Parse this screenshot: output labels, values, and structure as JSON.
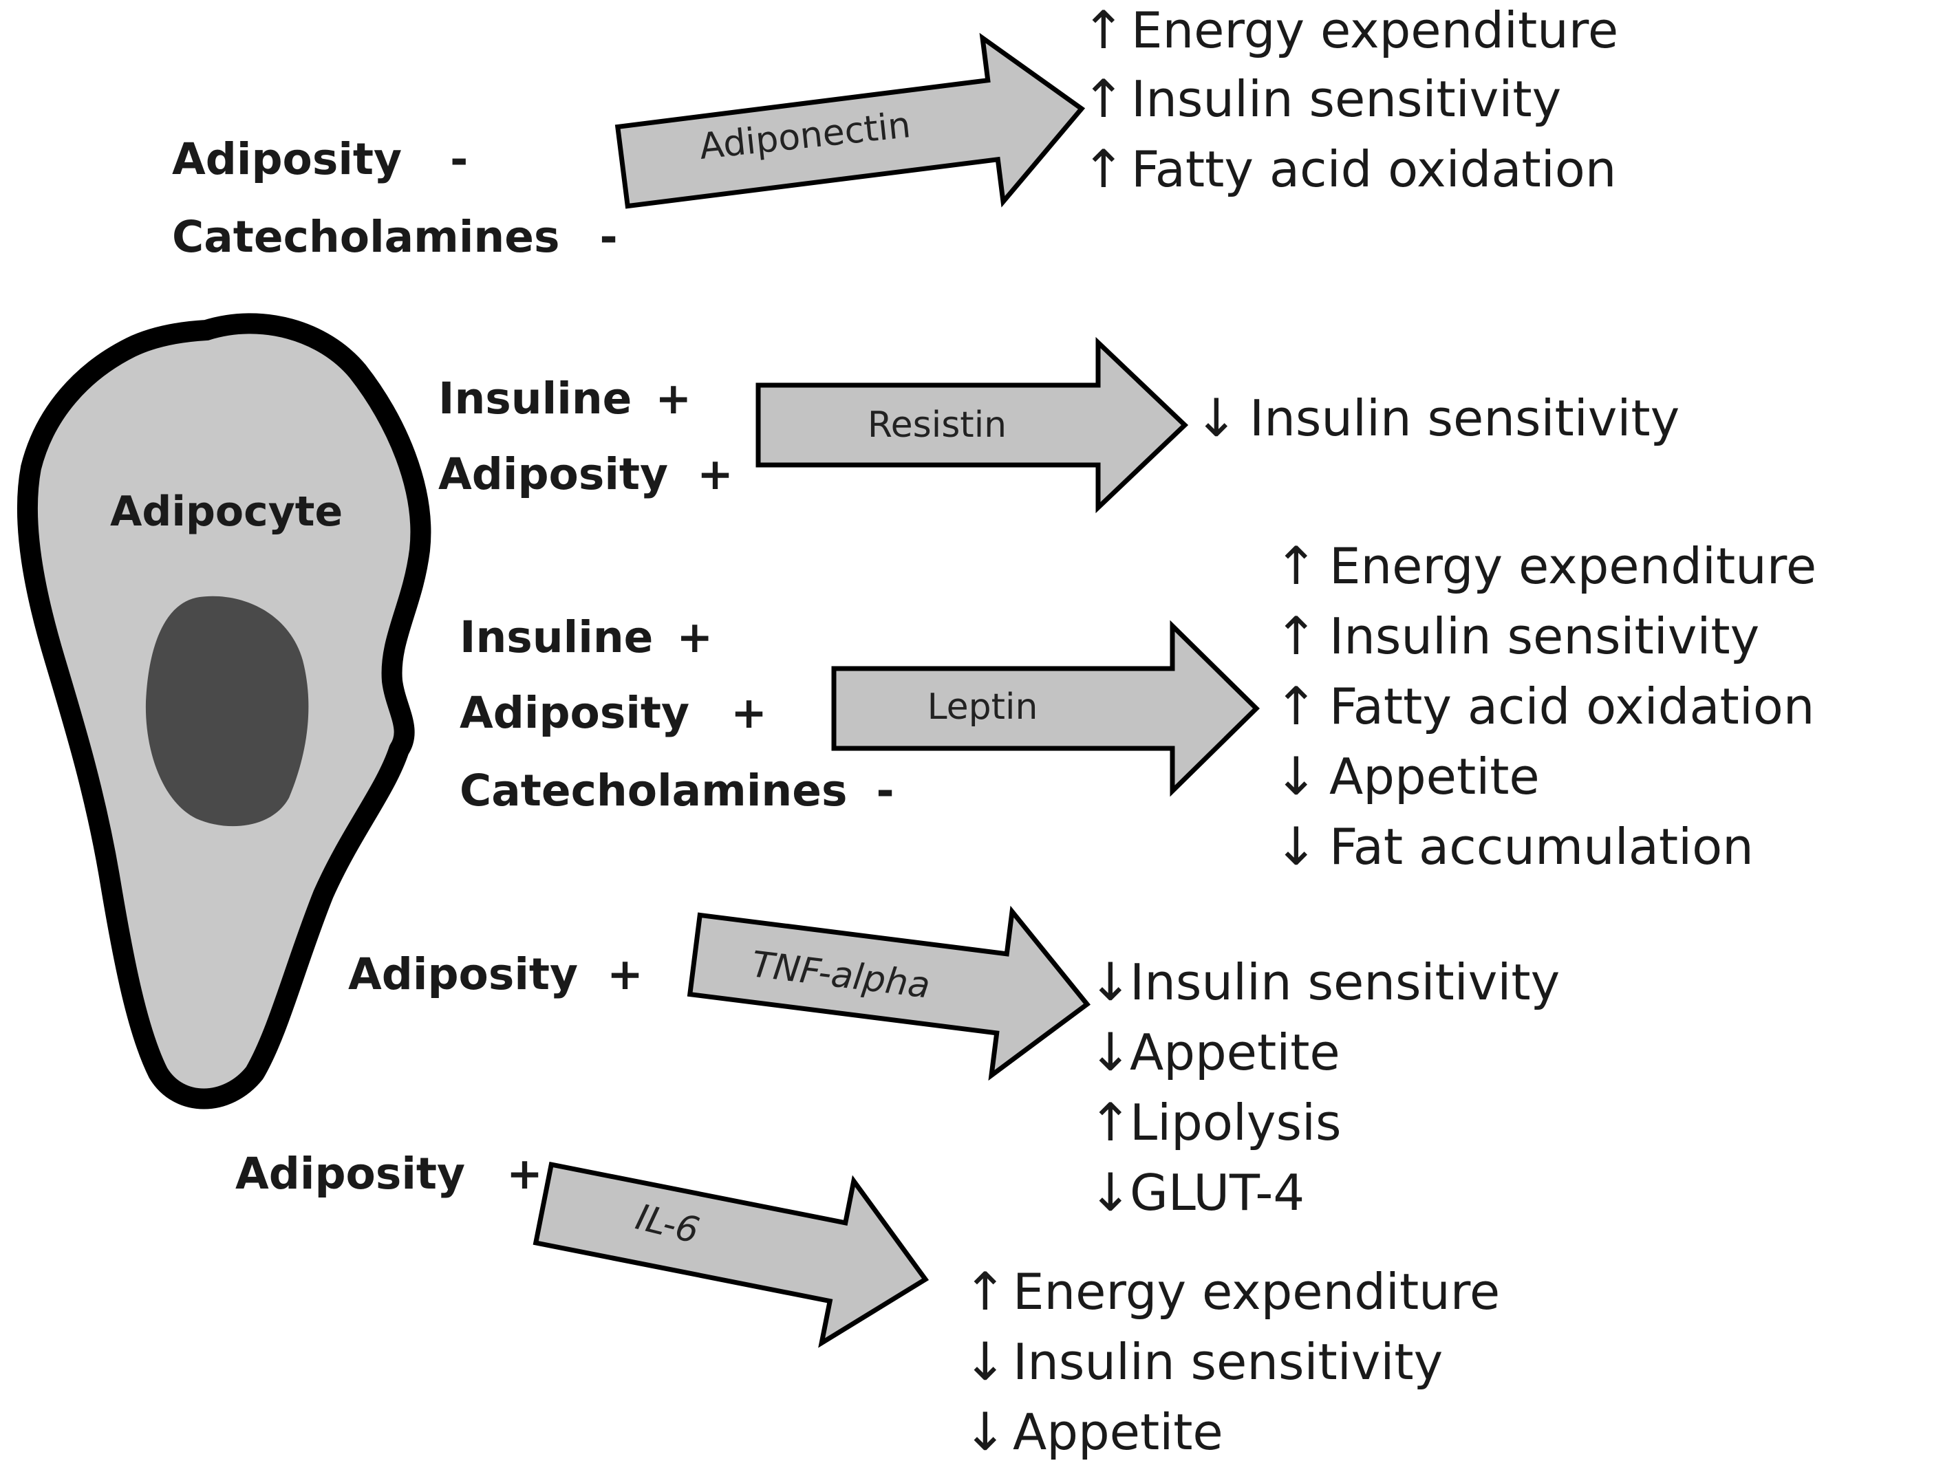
{
  "cell": {
    "label": "Adipocyte"
  },
  "groups": [
    {
      "hormone": "Adiponectin",
      "regulators": [
        {
          "name": "Adiposity",
          "sign": "-"
        },
        {
          "name": "Catecholamines",
          "sign": "-"
        }
      ],
      "effects": [
        {
          "dir": "up",
          "text": "Energy expenditure"
        },
        {
          "dir": "up",
          "text": "Insulin sensitivity"
        },
        {
          "dir": "up",
          "text": "Fatty acid oxidation"
        }
      ]
    },
    {
      "hormone": "Resistin",
      "regulators": [
        {
          "name": "Insuline",
          "sign": "+"
        },
        {
          "name": "Adiposity",
          "sign": "+"
        }
      ],
      "effects": [
        {
          "dir": "down",
          "text": "Insulin sensitivity"
        }
      ]
    },
    {
      "hormone": "Leptin",
      "regulators": [
        {
          "name": "Insuline",
          "sign": "+"
        },
        {
          "name": "Adiposity",
          "sign": "+"
        },
        {
          "name": "Catecholamines",
          "sign": "-"
        }
      ],
      "effects": [
        {
          "dir": "up",
          "text": "Energy expenditure"
        },
        {
          "dir": "up",
          "text": "Insulin sensitivity"
        },
        {
          "dir": "up",
          "text": "Fatty acid oxidation"
        },
        {
          "dir": "down",
          "text": "Appetite"
        },
        {
          "dir": "down",
          "text": "Fat accumulation"
        }
      ]
    },
    {
      "hormone": "TNF-alpha",
      "regulators": [
        {
          "name": "Adiposity",
          "sign": "+"
        }
      ],
      "effects": [
        {
          "dir": "down",
          "text": "Insulin sensitivity"
        },
        {
          "dir": "down",
          "text": "Appetite"
        },
        {
          "dir": "up",
          "text": "Lipolysis"
        },
        {
          "dir": "down",
          "text": "GLUT-4"
        }
      ]
    },
    {
      "hormone": "IL-6",
      "regulators": [
        {
          "name": "Adiposity",
          "sign": "+"
        }
      ],
      "effects": [
        {
          "dir": "up",
          "text": "Energy expenditure"
        },
        {
          "dir": "down",
          "text": "Insulin sensitivity"
        },
        {
          "dir": "down",
          "text": "Appetite"
        }
      ]
    }
  ],
  "colors": {
    "arrow_fill": "#c3c3c3",
    "cell_fill": "#c8c8c8",
    "nucleus_fill": "#4a4a4a",
    "outline": "#000000"
  },
  "symbols": {
    "up": "↑",
    "down": "↓"
  }
}
